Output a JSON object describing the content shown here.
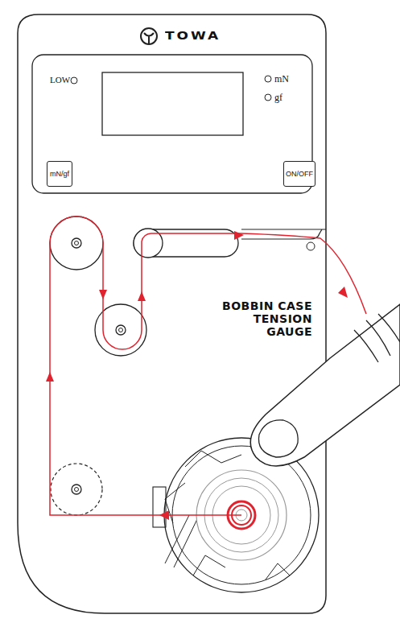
{
  "diagram": {
    "nodes": [
      {
        "text": [
          "mN/gf"
        ]
      },
      {
        "text": [
          "ON/OFF"
        ]
      }
    ],
    "labels": [
      "TOWA",
      "LOW",
      "mN",
      "gf",
      "BOBBIN CASE TENSION GAUGE"
    ]
  }
}
